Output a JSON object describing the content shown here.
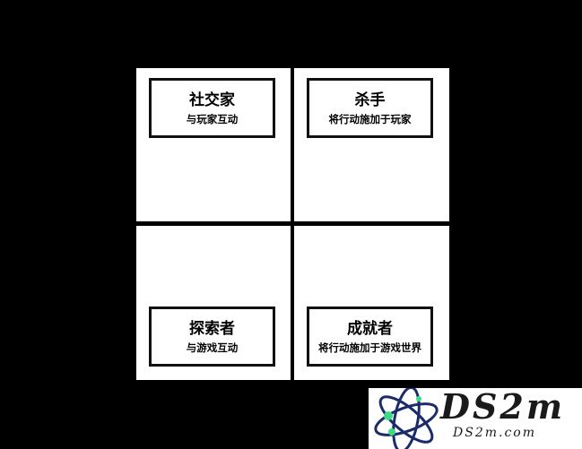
{
  "quadrants": {
    "top_left": {
      "title": "社交家",
      "subtitle": "与玩家互动"
    },
    "top_right": {
      "title": "杀手",
      "subtitle": "将行动施加于玩家"
    },
    "bottom_left": {
      "title": "探索者",
      "subtitle": "与游戏互动"
    },
    "bottom_right": {
      "title": "成就者",
      "subtitle": "将行动施加于游戏世界"
    }
  },
  "watermark": {
    "logo_text": "DS2m",
    "url": "DS2m.com",
    "colors": {
      "orbit": "#1b2a6b",
      "dot": "#3ddc84"
    }
  }
}
